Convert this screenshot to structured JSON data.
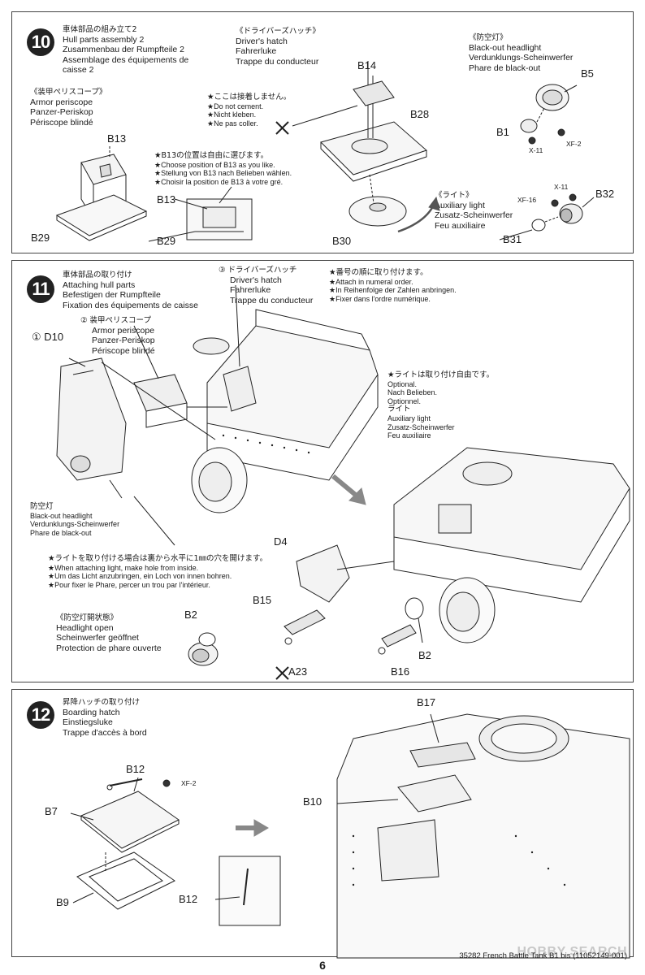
{
  "step10": {
    "number": "10",
    "title": [
      "車体部品の組み立て2",
      "Hull parts assembly 2",
      "Zusammenbau der Rumpfteile 2",
      "Assemblage des équipements de",
      "caisse 2"
    ],
    "periscope": [
      "《装甲ペリスコープ》",
      "Armor periscope",
      "Panzer-Periskop",
      "Périscope blindé"
    ],
    "drivers_hatch": [
      "《ドライバーズハッチ》",
      "Driver's hatch",
      "Fahrerluke",
      "Trappe du conducteur"
    ],
    "blackout": [
      "《防空灯》",
      "Black-out headlight",
      "Verdunklungs-Scheinwerfer",
      "Phare de black-out"
    ],
    "light": [
      "《ライト》",
      "Auxiliary light",
      "Zusatz-Scheinwerfer",
      "Feu auxiliaire"
    ],
    "no_cement": [
      "★ここは接着しません。",
      "★Do not cement.",
      "★Nicht kleben.",
      "★Ne pas coller."
    ],
    "b13_note": [
      "★B13の位置は自由に選びます。",
      "★Choose position of B13 as you like.",
      "★Stellung von B13 nach Belieben wählen.",
      "★Choisir la position de B13 à votre gré."
    ],
    "parts": {
      "b13a": "B13",
      "b29a": "B29",
      "b13b": "B13",
      "b29b": "B29",
      "b14": "B14",
      "b28": "B28",
      "b30": "B30",
      "b5": "B5",
      "b1": "B1",
      "b32": "B32",
      "b31": "B31"
    },
    "paints": {
      "x11a": "X-11",
      "xf2": "XF-2",
      "x11b": "X-11",
      "xf16": "XF-16"
    }
  },
  "step11": {
    "number": "11",
    "title": [
      "車体部品の取り付け",
      "Attaching hull parts",
      "Befestigen der Rumpfteile",
      "Fixation des équipements de caisse"
    ],
    "item1": [
      "① D10"
    ],
    "item2": [
      "② 装甲ペリスコープ",
      "Armor periscope",
      "Panzer-Periskop",
      "Périscope blindé"
    ],
    "item3": [
      "③ ドライバーズハッチ",
      "Driver's hatch",
      "Fahrerluke",
      "Trappe du conducteur"
    ],
    "order": [
      "★番号の順に取り付けます。",
      "★Attach in numeral order.",
      "★In Reihenfolge der Zahlen anbringen.",
      "★Fixer dans l'ordre numérique."
    ],
    "optional": [
      "★ライトは取り付け自由です。",
      "Optional.",
      "Nach Belieben.",
      "Optionnel.",
      "ライト",
      "Auxiliary light",
      "Zusatz-Scheinwerfer",
      "Feu auxiliaire"
    ],
    "blackout": [
      "防空灯",
      "Black-out headlight",
      "Verdunklungs-Scheinwerfer",
      "Phare de black-out"
    ],
    "hole_note": [
      "★ライトを取り付ける場合は裏から水平に1㎜の穴を開けます。",
      "★When attaching light, make hole from inside.",
      "★Um das Licht anzubringen, ein Loch von innen bohren.",
      "★Pour fixer le Phare, percer un trou par l'intérieur."
    ],
    "open": [
      "《防空灯開状態》",
      "Headlight open",
      "Scheinwerfer geöffnet",
      "Protection de phare ouverte"
    ],
    "parts": {
      "d4": "D4",
      "b15": "B15",
      "a23": "A23",
      "b16": "B16",
      "b2a": "B2",
      "b2b": "B2"
    }
  },
  "step12": {
    "number": "12",
    "title": [
      "昇降ハッチの取り付け",
      "Boarding hatch",
      "Einstiegsluke",
      "Trappe d'accès à bord"
    ],
    "parts": {
      "b12a": "B12",
      "b7": "B7",
      "b9": "B9",
      "b12b": "B12",
      "b17": "B17",
      "b10": "B10"
    },
    "paints": {
      "xf2": "XF-2"
    }
  },
  "footer": {
    "page": "6",
    "code": "35282  French Battle Tank B1 bis (11052149-001)",
    "watermark": "HOBBY SEARCH"
  }
}
